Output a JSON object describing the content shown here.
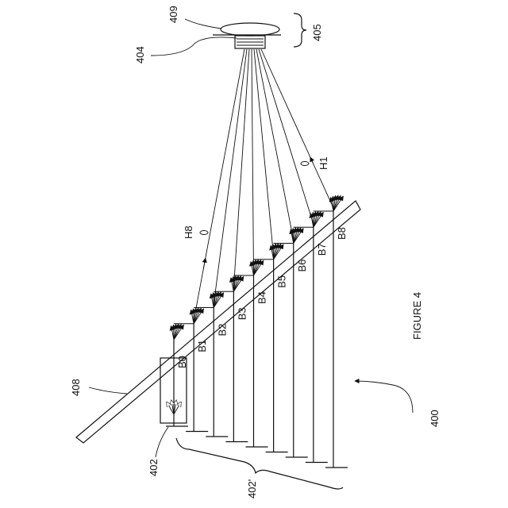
{
  "figure": {
    "caption": "FIGURE 4",
    "ref_400": "400",
    "ref_402": "402",
    "ref_402p": "402'",
    "ref_404": "404",
    "ref_405": "405",
    "ref_408": "408",
    "ref_409": "409",
    "ray_h1": "H1",
    "ray_h8": "H8",
    "beams": [
      "B0",
      "B1",
      "B2",
      "B3",
      "B4",
      "B5",
      "B6",
      "B7",
      "B8"
    ]
  }
}
